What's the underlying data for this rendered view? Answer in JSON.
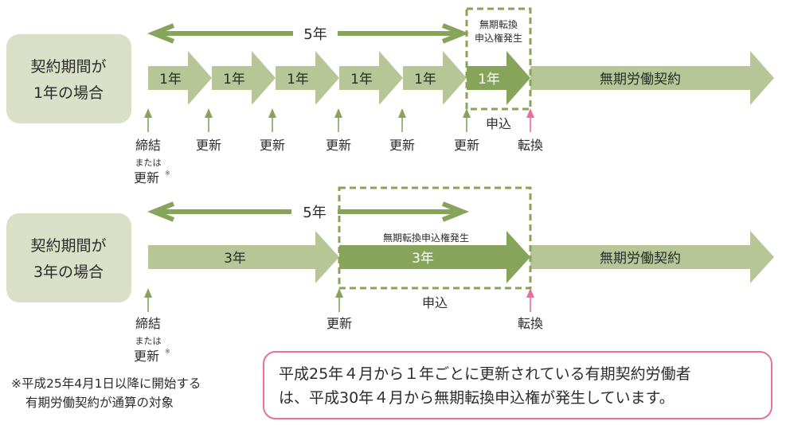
{
  "colors": {
    "light_green": "#b6c697",
    "dark_green": "#87a55a",
    "label_box": "#dadfc8",
    "pink": "#ea6e97",
    "text": "#2b2b2b"
  },
  "row1": {
    "label_line1": "契約期間が",
    "label_line2": "1年の場合",
    "span_label": "5年",
    "segments": [
      "1年",
      "1年",
      "1年",
      "1年",
      "1年",
      "1年"
    ],
    "right_arrow_label": "無期労働契約",
    "right_label_line1": "無期転換",
    "right_label_line2": "申込権発生",
    "apply_label": "申込",
    "markers": [
      "締結",
      "更新",
      "更新",
      "更新",
      "更新",
      "更新",
      "転換"
    ],
    "first_marker_sub": "または",
    "first_marker_sub2": "更新",
    "asterisk": "※"
  },
  "row2": {
    "label_line1": "契約期間が",
    "label_line2": "3年の場合",
    "span_label": "5年",
    "segments": [
      "3年",
      "3年"
    ],
    "right_arrow_label": "無期労働契約",
    "right_label": "無期転換申込権発生",
    "apply_label": "申込",
    "markers": [
      "締結",
      "更新",
      "転換"
    ],
    "first_marker_sub": "または",
    "first_marker_sub2": "更新",
    "asterisk": "※"
  },
  "footnote": {
    "line1": "※平成25年4月1日以降に開始する",
    "line2": "有期労働契約が通算の対象"
  },
  "callout": {
    "line1": "平成25年４月から１年ごとに更新されている有期契約労働者",
    "line2": "は、平成30年４月から無期転換申込権が発生しています。"
  }
}
